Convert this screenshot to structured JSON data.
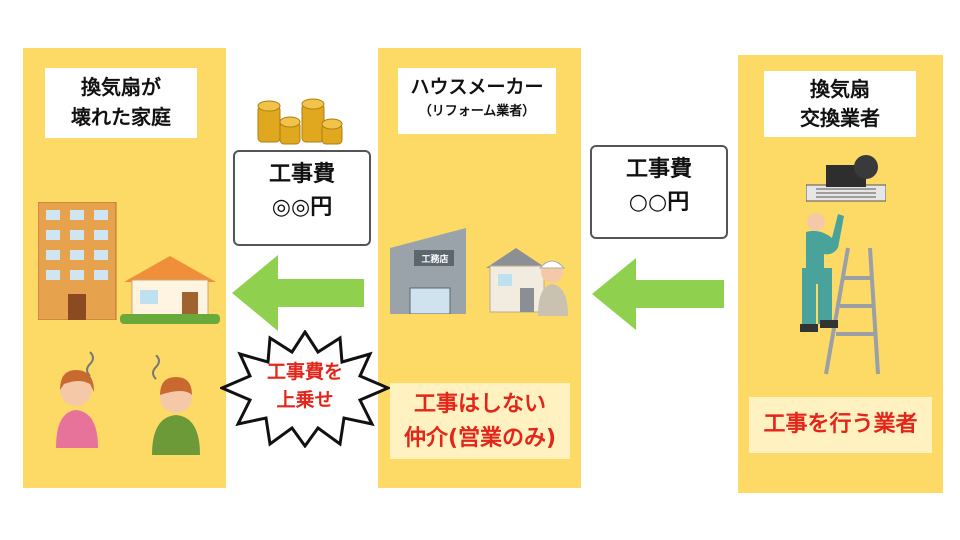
{
  "columns": {
    "left": {
      "title_line1": "換気扇が",
      "title_line2": "壊れた家庭"
    },
    "middle": {
      "title": "ハウスメーカー",
      "subtitle": "（リフォーム業者）",
      "role_line1": "工事はしない",
      "role_line2": "仲介(営業のみ)",
      "shop_sign": "工務店"
    },
    "right": {
      "title_line1": "換気扇",
      "title_line2": "交換業者",
      "role": "工事を行う業者"
    }
  },
  "costs": {
    "left": {
      "line1": "工事費",
      "line2": "◎◎円"
    },
    "right": {
      "line1": "工事費",
      "line2": "○○円"
    }
  },
  "burst": {
    "line1": "工事費を",
    "line2": "上乗せ"
  },
  "colors": {
    "panel": "#fdd966",
    "arrow": "#8fd14f",
    "accent_red": "#e3251a",
    "role_bg": "#fff2c0"
  }
}
